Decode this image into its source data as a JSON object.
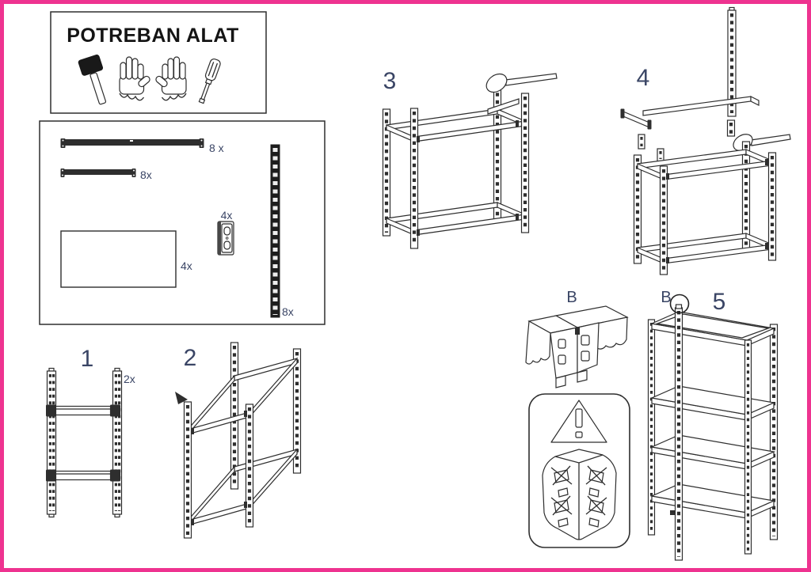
{
  "sheet": {
    "tools_box": {
      "title": "POTREBAN ALAT",
      "tools": [
        "rubber-mallet",
        "work-gloves",
        "screwdriver"
      ]
    },
    "parts": [
      {
        "name": "long-beam",
        "qty": "8 x"
      },
      {
        "name": "short-beam",
        "qty": "8x"
      },
      {
        "name": "shelf-panel",
        "qty": "4x"
      },
      {
        "name": "foot-cap",
        "qty": "4x"
      },
      {
        "name": "upright-post",
        "qty": "8x"
      }
    ],
    "steps": [
      {
        "number": "1",
        "note": "2x"
      },
      {
        "number": "2",
        "note": ""
      },
      {
        "number": "3",
        "note": ""
      },
      {
        "number": "4",
        "note": ""
      },
      {
        "number": "5",
        "note": ""
      }
    ],
    "detail_labels": {
      "detail_view": "B",
      "callout": "B"
    },
    "colors": {
      "border": "#ee3390",
      "accent": "#3a4565",
      "line": "#2e2e2e"
    }
  }
}
